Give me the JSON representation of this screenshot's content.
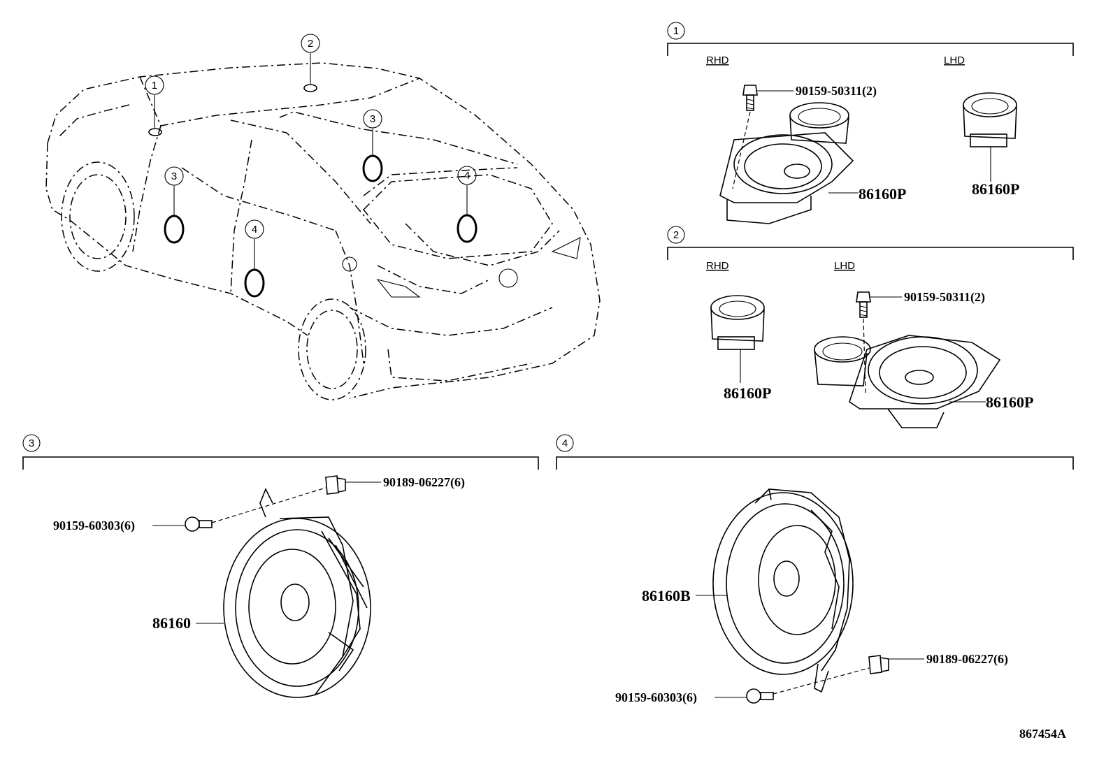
{
  "diagram_id": "867454A",
  "car_callouts": {
    "c1": "1",
    "c2": "2",
    "c3_front": "3",
    "c3_rear": "3",
    "c4_front": "4",
    "c4_rear": "4"
  },
  "section1": {
    "number": "1",
    "rhd_label": "RHD",
    "lhd_label": "LHD",
    "screw_part": "90159-50311(2)",
    "rhd_speaker_part": "86160P",
    "lhd_speaker_part": "86160P"
  },
  "section2": {
    "number": "2",
    "rhd_label": "RHD",
    "lhd_label": "LHD",
    "screw_part": "90159-50311(2)",
    "rhd_speaker_part": "86160P",
    "lhd_speaker_part": "86160P"
  },
  "section3": {
    "number": "3",
    "clip_part": "90189-06227(6)",
    "screw_part": "90159-60303(6)",
    "speaker_part": "86160"
  },
  "section4": {
    "number": "4",
    "speaker_part": "86160B",
    "clip_part": "90189-06227(6)",
    "screw_part": "90159-60303(6)"
  }
}
